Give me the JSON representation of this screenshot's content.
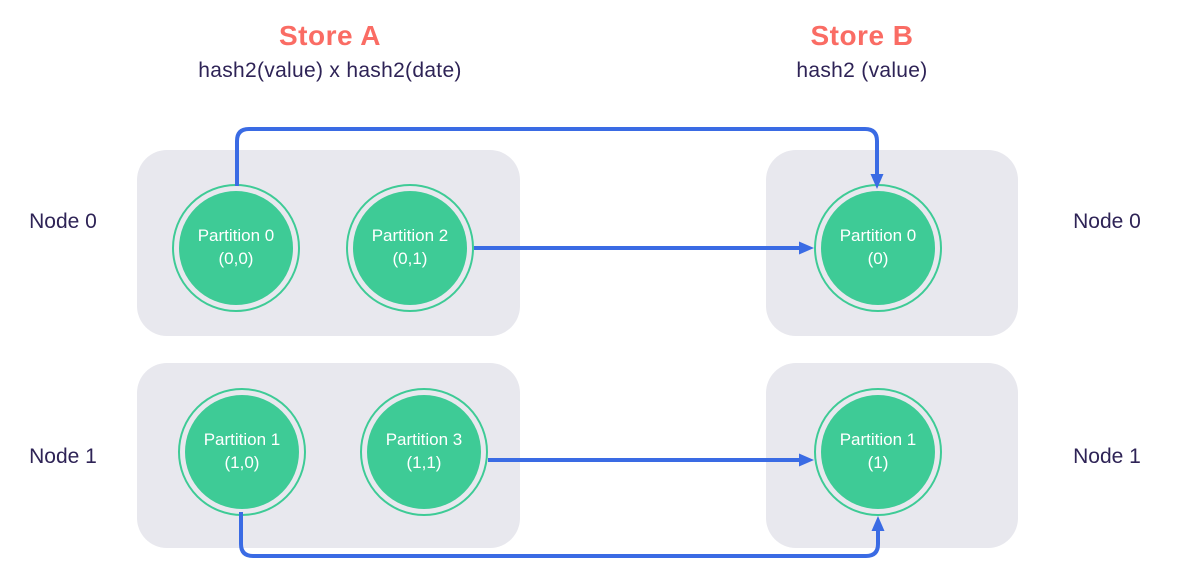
{
  "stores": [
    {
      "title": "Store A",
      "subtitle": "hash2(value) x hash2(date)"
    },
    {
      "title": "Store B",
      "subtitle": "hash2 (value)"
    }
  ],
  "left_nodes": [
    {
      "label": "Node 0",
      "partitions": [
        {
          "name": "Partition 0",
          "coords": "(0,0)"
        },
        {
          "name": "Partition 2",
          "coords": "(0,1)"
        }
      ]
    },
    {
      "label": "Node 1",
      "partitions": [
        {
          "name": "Partition 1",
          "coords": "(1,0)"
        },
        {
          "name": "Partition 3",
          "coords": "(1,1)"
        }
      ]
    }
  ],
  "right_nodes": [
    {
      "label": "Node 0",
      "partition": {
        "name": "Partition 0",
        "coords": "(0)"
      }
    },
    {
      "label": "Node 1",
      "partition": {
        "name": "Partition 1",
        "coords": "(1)"
      }
    }
  ],
  "connections": [
    {
      "from": "Store A Partition 0 (0,0)",
      "to": "Store B Partition 0 (0)"
    },
    {
      "from": "Store A Partition 2 (0,1)",
      "to": "Store B Partition 0 (0)"
    },
    {
      "from": "Store A Partition 1 (1,0)",
      "to": "Store B Partition 1 (1)"
    },
    {
      "from": "Store A Partition 3 (1,1)",
      "to": "Store B Partition 1 (1)"
    }
  ],
  "colors": {
    "partition_green": "#3ECB96",
    "arrow_blue": "#3A6BE4",
    "store_title_coral": "#FA6C64",
    "text_navy": "#2E2356",
    "node_box_gray": "#E8E8EE",
    "circle_text": "#ffffff"
  }
}
